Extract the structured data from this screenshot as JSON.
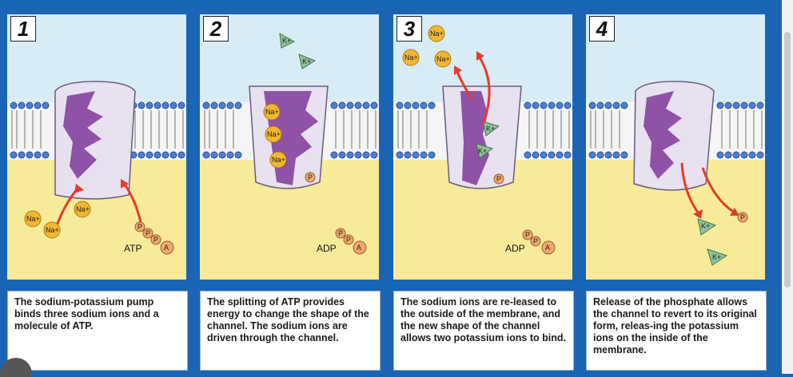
{
  "panels": [
    {
      "number": "1",
      "caption": "The sodium-potassium pump binds three sodium ions and a molecule of ATP.",
      "na": [
        "Na+",
        "Na+",
        "Na+"
      ],
      "atp": "ATP",
      "p": [
        "P",
        "P",
        "P"
      ],
      "a": "A"
    },
    {
      "number": "2",
      "caption": "The splitting of ATP provides energy to change the shape of the channel. The sodium ions are driven through the channel.",
      "na": [
        "Na+",
        "Na+",
        "Na+"
      ],
      "k": [
        "K+",
        "K+"
      ],
      "adp": "ADP",
      "p": [
        "P",
        "P",
        "P"
      ],
      "a": "A"
    },
    {
      "number": "3",
      "caption": "The sodium ions are re-leased to the outside of the membrane, and the new shape of the channel allows two potassium ions to bind.",
      "na": [
        "Na+",
        "Na+",
        "Na+"
      ],
      "k": [
        "K+",
        "K+"
      ],
      "adp": "ADP",
      "p": [
        "P",
        "P",
        "P"
      ],
      "a": "A"
    },
    {
      "number": "4",
      "caption": "Release of the phosphate allows the channel to revert to its original form, releas-ing the potassium ions on the inside of the membrane.",
      "k": [
        "K+",
        "K+"
      ],
      "p": [
        "P"
      ]
    }
  ],
  "colors": {
    "outside": "#d8ecf6",
    "inside": "#f7eb9a",
    "protein": "#e7e1f0",
    "pocket": "#8f52a6",
    "arrow": "#e43c2a",
    "sodium": "#f2b632",
    "potassium": "#8fc29b",
    "phosphate": "#f2a86c"
  }
}
